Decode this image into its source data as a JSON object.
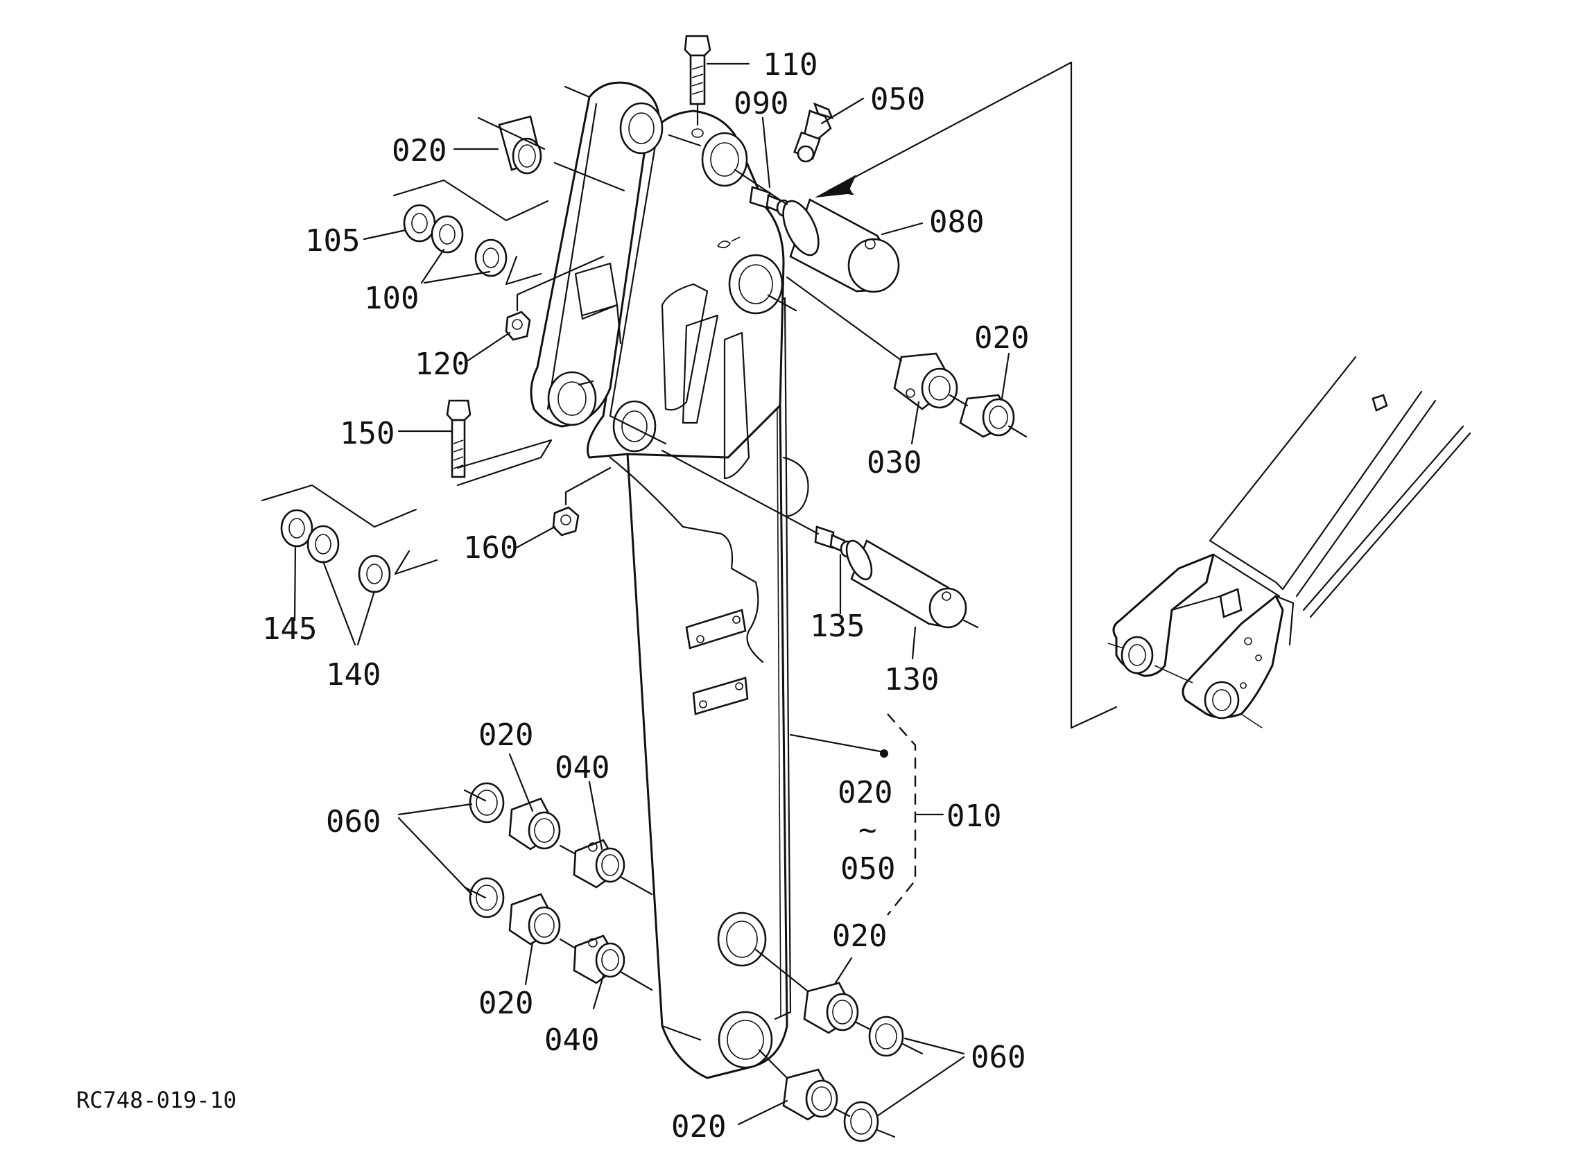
{
  "diagram": {
    "drawing_code": "RC748-019-10",
    "labels": {
      "l110": "110",
      "l090": "090",
      "l050a": "050",
      "l020a": "020",
      "l105": "105",
      "l100": "100",
      "l080": "080",
      "l120": "120",
      "l020b": "020",
      "l030": "030",
      "l150": "150",
      "l160": "160",
      "l145": "145",
      "l140": "140",
      "l135": "135",
      "l130": "130",
      "l020c": "020",
      "l040a": "040",
      "l060a": "060",
      "l020d": "020",
      "l050b": "050",
      "l010": "010",
      "l020e": "020",
      "l020f": "020",
      "l040b": "040",
      "l060b": "060",
      "l020g": "020",
      "range_sep": "~"
    }
  }
}
